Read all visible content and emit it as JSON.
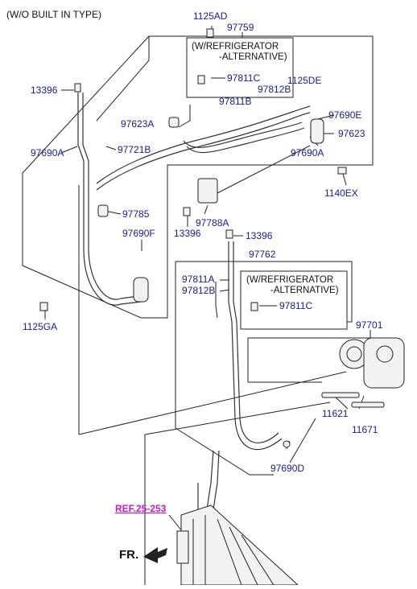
{
  "header": {
    "note": "(W/O BUILT IN TYPE)"
  },
  "boxes": {
    "top": {
      "line1": "(W/REFRIGERATOR",
      "line2": "-ALTERNATIVE)",
      "part": "97811C"
    },
    "mid": {
      "line1": "(W/REFRIGERATOR",
      "line2": "-ALTERNATIVE)",
      "part": "97811C"
    }
  },
  "labels": {
    "p1125AD": "1125AD",
    "p97759": "97759",
    "p13396_a": "13396",
    "p97812B_a": "97812B",
    "p1125DE": "1125DE",
    "p97811B": "97811B",
    "p97623A": "97623A",
    "p97690E": "97690E",
    "p97623": "97623",
    "p97690A_a": "97690A",
    "p97721B": "97721B",
    "p97690A_b": "97690A",
    "p1140EX": "1140EX",
    "p97785": "97785",
    "p13396_b": "13396",
    "p97788A": "97788A",
    "p13396_c": "13396",
    "p97690F": "97690F",
    "p97762": "97762",
    "p97811A": "97811A",
    "p97812B_b": "97812B",
    "p1125GA": "1125GA",
    "p97701": "97701",
    "p11621": "11621",
    "p11671": "11671",
    "p97690D": "97690D"
  },
  "ref": "REF.25-253",
  "fr": "FR.",
  "colors": {
    "label": "#1a1a8c",
    "ref": "#c020c0",
    "line": "#222222"
  }
}
